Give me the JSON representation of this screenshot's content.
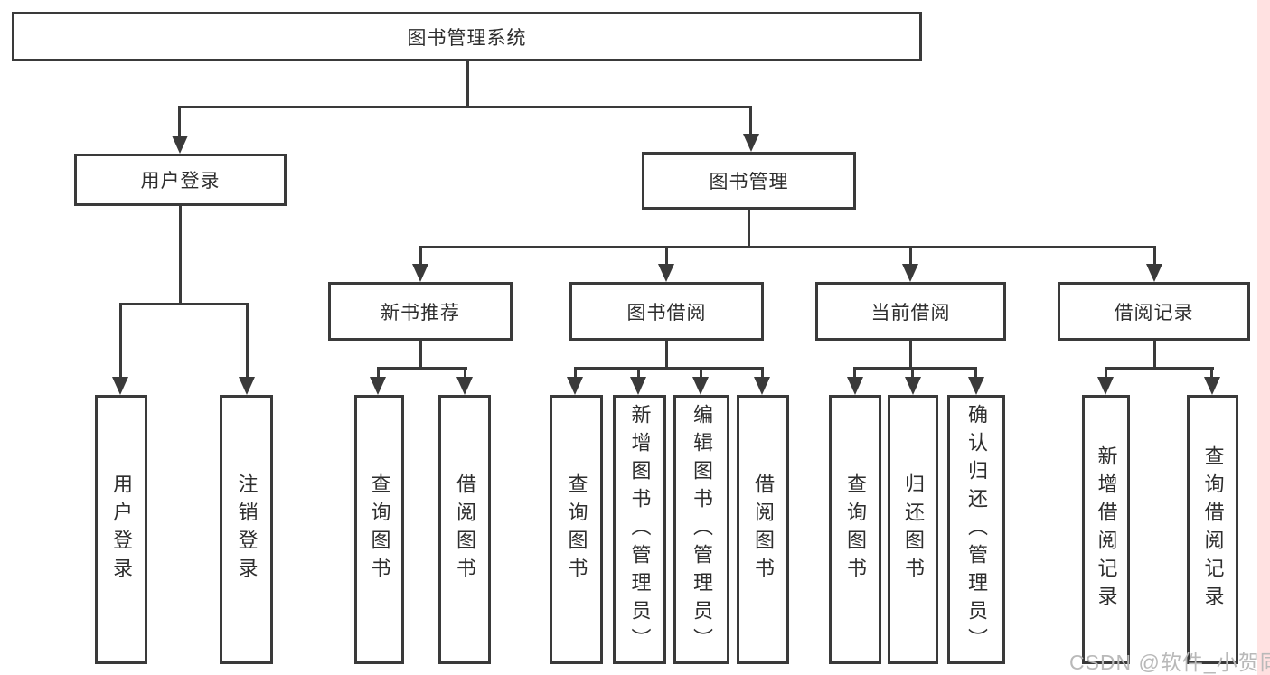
{
  "diagram": {
    "root": {
      "label": "图书管理系统"
    },
    "branches": [
      {
        "label": "用户登录",
        "children": [
          {
            "label": "用户登录"
          },
          {
            "label": "注销登录"
          }
        ]
      },
      {
        "label": "图书管理",
        "children": [
          {
            "label": "新书推荐",
            "children": [
              {
                "label": "查询图书"
              },
              {
                "label": "借阅图书"
              }
            ]
          },
          {
            "label": "图书借阅",
            "children": [
              {
                "label": "查询图书"
              },
              {
                "label": "新增图书（管理员）"
              },
              {
                "label": "编辑图书（管理员）"
              },
              {
                "label": "借阅图书"
              }
            ]
          },
          {
            "label": "当前借阅",
            "children": [
              {
                "label": "查询图书"
              },
              {
                "label": "归还图书"
              },
              {
                "label": "确认归还（管理员）"
              }
            ]
          },
          {
            "label": "借阅记录",
            "children": [
              {
                "label": "新增借阅记录"
              },
              {
                "label": "查询借阅记录"
              }
            ]
          }
        ]
      }
    ]
  },
  "watermark": {
    "text": "CSDN @软件_小贺同学"
  },
  "colors": {
    "background": "#ffffff",
    "line": "#3a3a3a",
    "box_border": "#3a3a3a",
    "text": "#2e2e2e",
    "watermark_text": "#b9b9b9",
    "right_edge_strip": "#ffe1e1"
  }
}
